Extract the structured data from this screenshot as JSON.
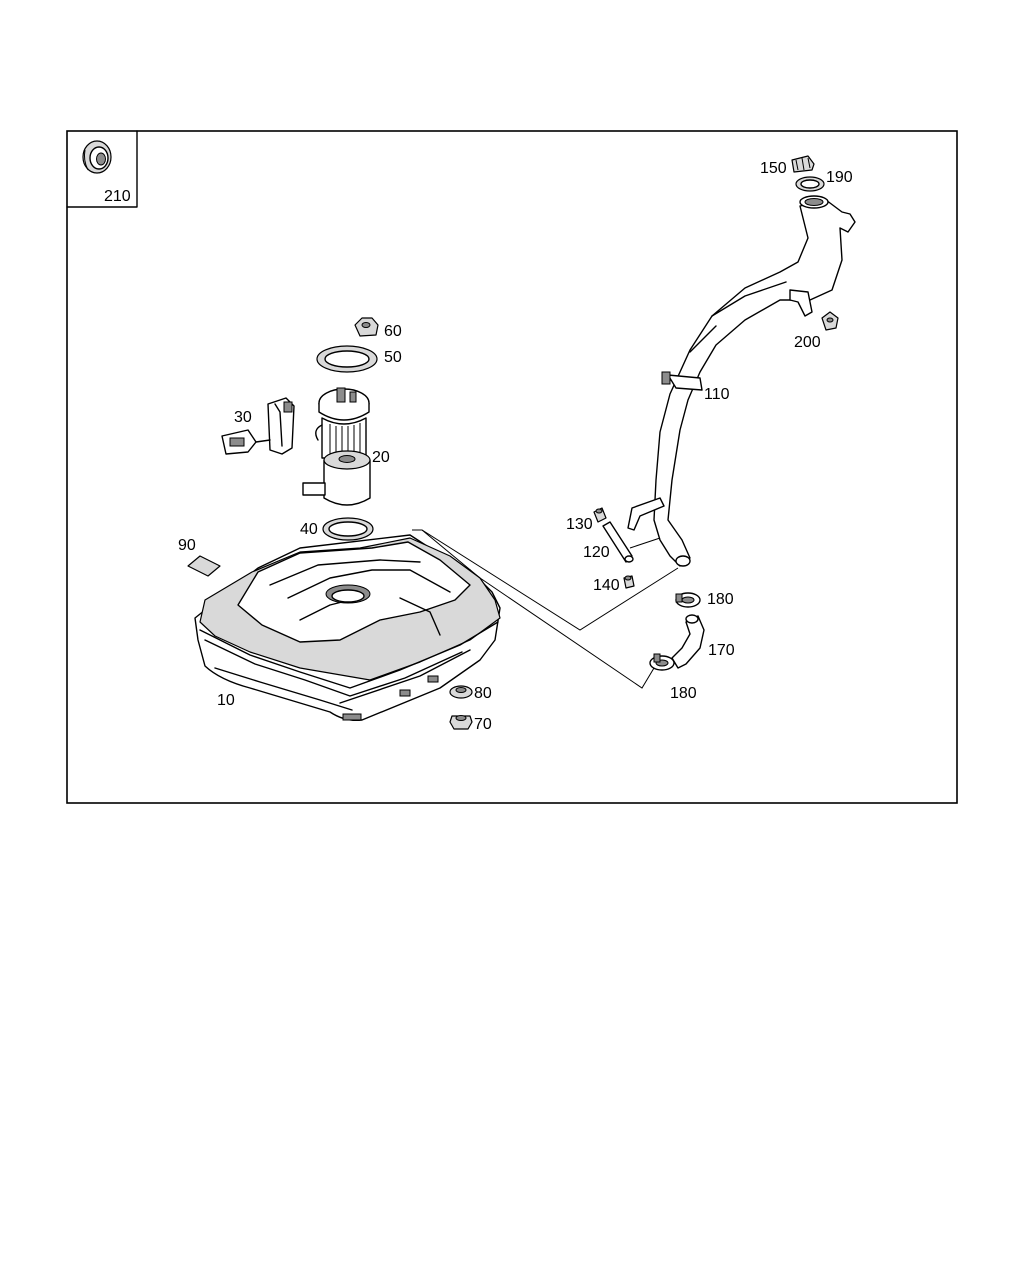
{
  "diagram": {
    "inset_part_number": "210",
    "labels": {
      "p10": "10",
      "p20": "20",
      "p30": "30",
      "p40": "40",
      "p50": "50",
      "p60": "60",
      "p70": "70",
      "p80": "80",
      "p90": "90",
      "p110": "110",
      "p120": "120",
      "p130": "130",
      "p140": "140",
      "p150": "150",
      "p170": "170",
      "p180a": "180",
      "p180b": "180",
      "p190": "190",
      "p200": "200"
    }
  }
}
